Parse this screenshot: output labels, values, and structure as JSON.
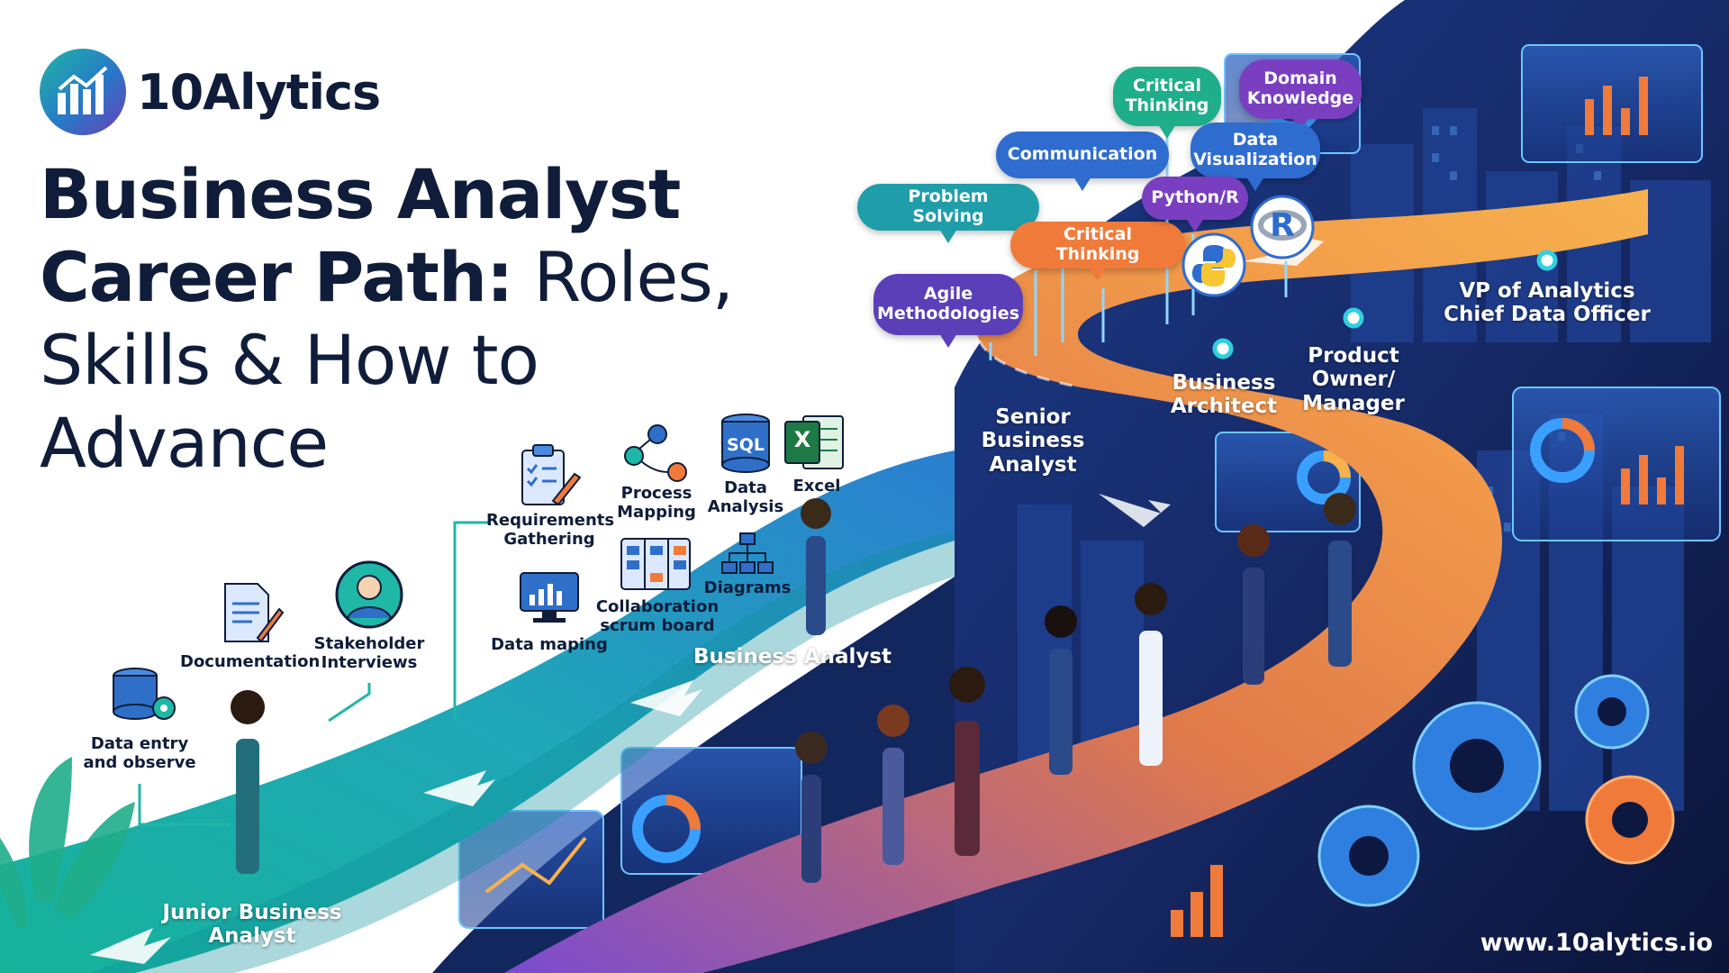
{
  "brand": {
    "name": "10Alytics",
    "logo_icon": "bar-chart-logo-icon"
  },
  "title": {
    "line1_bold": "Business Analyst",
    "line2_bold": "Career Path:",
    "line2_light": " Roles,",
    "line3": "Skills & How to",
    "line4": "Advance"
  },
  "task_labels": {
    "data_entry": "Data entry\nand observe",
    "documentation": "Documentation",
    "stakeholder": "Stakeholder\nInterviews",
    "requirements": "Requirements\nGathering",
    "data_maping": "Data maping",
    "process_mapping": "Process\nMapping",
    "collaboration": "Collaboration\nscrum board",
    "data_analysis": "Data\nAnalysis",
    "excel": "Excel",
    "diagrams": "Diagrams",
    "sql_badge": "SQL",
    "excel_badge": "X"
  },
  "roles": {
    "junior": "Junior Business\nAnalyst",
    "ba": "Business Analyst",
    "senior": "Senior\nBusiness\nAnalyst",
    "architect": "Business\nArchitect",
    "product": "Product\nOwner/\nManager",
    "vp": "VP of Analytics\nChief Data Officer"
  },
  "skills": {
    "agile": "Agile\nMethodologies",
    "problem": "Problem Solving",
    "communication": "Communication",
    "critical_bubble": "Critical Thinking",
    "critical_top": "Critical\nThinking",
    "domain": "Domain\nKnowledge",
    "data_viz": "Data\nVisualization",
    "python": "Python/R",
    "r_badge": "R"
  },
  "footer": {
    "url": "www.10alytics.io"
  },
  "colors": {
    "navy": "#0f1d3a",
    "teal": "#1fb7a6",
    "blue": "#2878c8",
    "purple": "#6a3fb8",
    "orange": "#f07a3a",
    "dark_bg": "#0d1840"
  }
}
